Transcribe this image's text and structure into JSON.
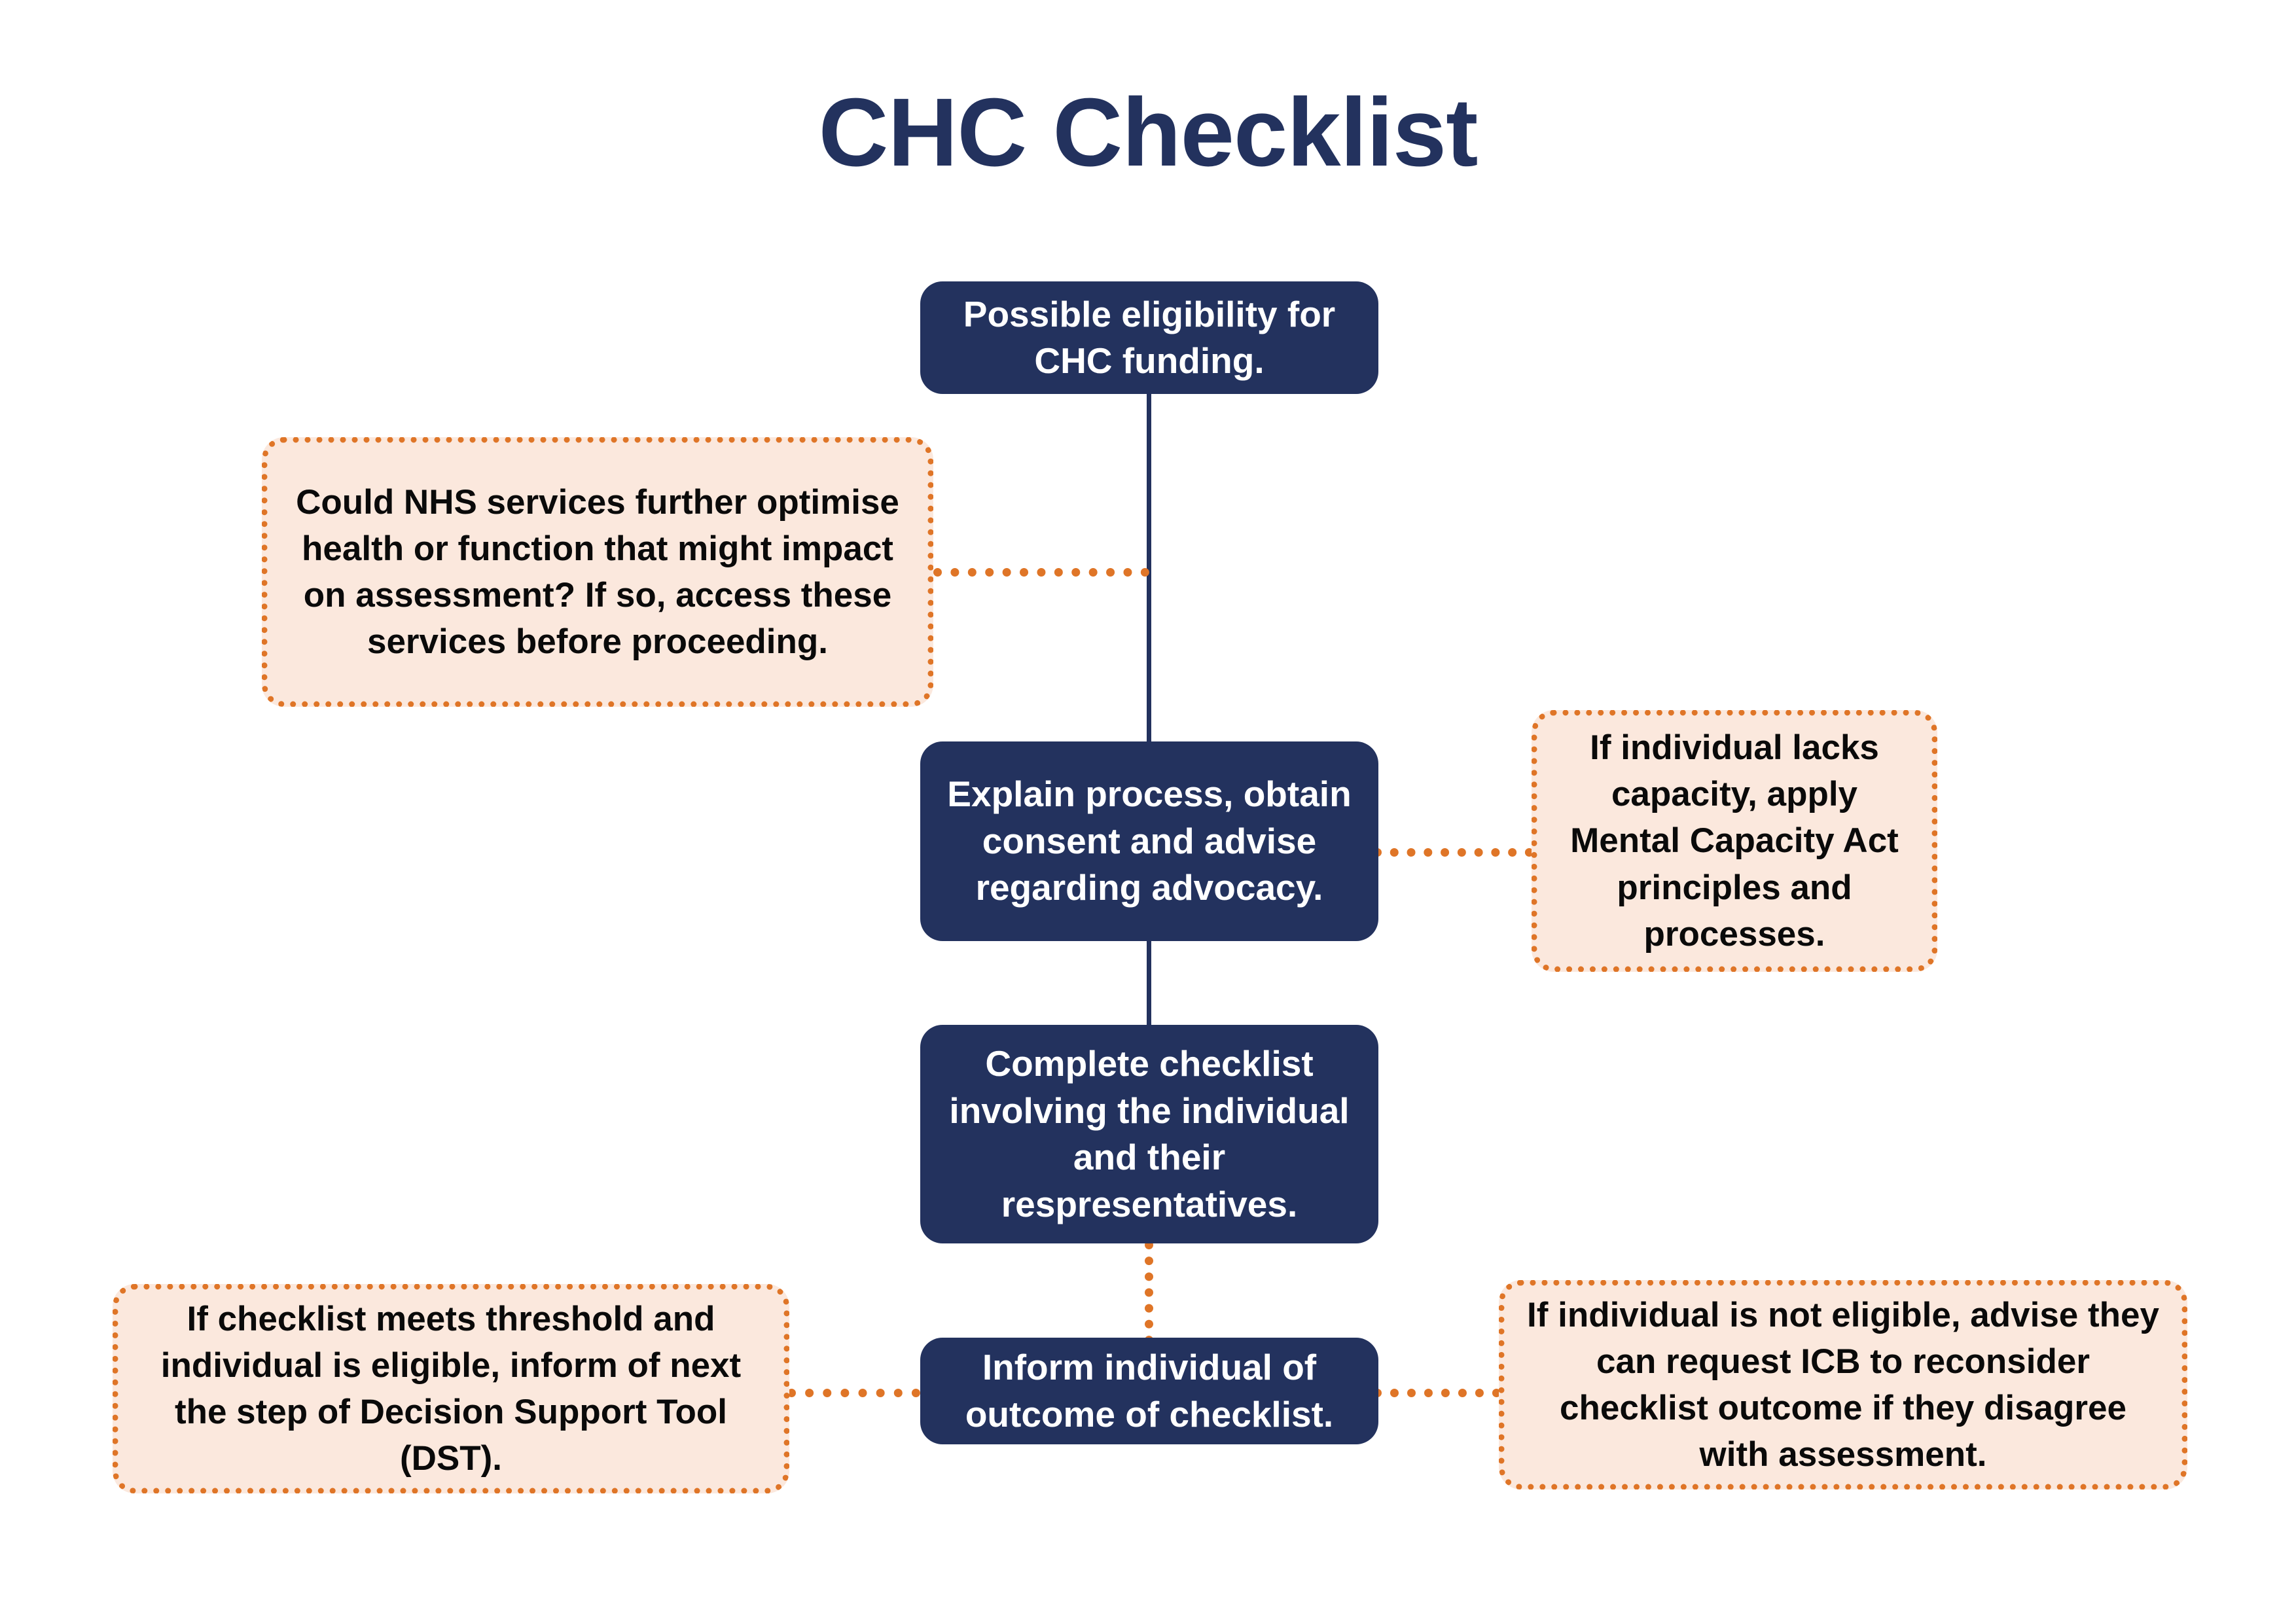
{
  "page": {
    "title": "CHC Checklist",
    "background_color": "#ffffff"
  },
  "colors": {
    "navy": "#23325e",
    "note_fill": "#fbe8dd",
    "note_border": "#df7527",
    "note_text": "#0a0a0a",
    "node_text": "#ffffff"
  },
  "flow": {
    "nodes": [
      {
        "id": "node-1",
        "label": "Possible eligibility for CHC funding."
      },
      {
        "id": "node-2",
        "label": "Explain process, obtain consent and advise regarding advocacy."
      },
      {
        "id": "node-3",
        "label": "Complete checklist involving the individual and their respresentatives."
      },
      {
        "id": "node-4",
        "label": "Inform individual of outcome of checklist."
      }
    ],
    "notes": [
      {
        "id": "note-optimise",
        "label": "Could NHS services further optimise health or function that might impact on assessment? If so, access these services before proceeding."
      },
      {
        "id": "note-capacity",
        "label": "If individual lacks capacity, apply Mental Capacity Act principles and processes."
      },
      {
        "id": "note-threshold",
        "label": "If checklist meets threshold and individual is eligible, inform of next the step of Decision Support Tool (DST)."
      },
      {
        "id": "note-not-eligible",
        "label": "If individual is not eligible, advise they can request ICB to reconsider checklist outcome if they disagree with assessment."
      }
    ],
    "connectors": [
      {
        "id": "node1-to-node2",
        "style": "solid",
        "orientation": "vertical",
        "color": "#23325e"
      },
      {
        "id": "node2-to-node3",
        "style": "solid",
        "orientation": "vertical",
        "color": "#23325e"
      },
      {
        "id": "node3-to-node4",
        "style": "dotted",
        "orientation": "vertical",
        "color": "#df7527"
      },
      {
        "id": "note-optimise-to-spine",
        "style": "dotted",
        "orientation": "horizontal",
        "color": "#df7527"
      },
      {
        "id": "note-capacity-to-node2",
        "style": "dotted",
        "orientation": "horizontal",
        "color": "#df7527"
      },
      {
        "id": "note-threshold-to-node4",
        "style": "dotted",
        "orientation": "horizontal",
        "color": "#df7527"
      },
      {
        "id": "note-not-eligible-to-node4",
        "style": "dotted",
        "orientation": "horizontal",
        "color": "#df7527"
      }
    ]
  }
}
